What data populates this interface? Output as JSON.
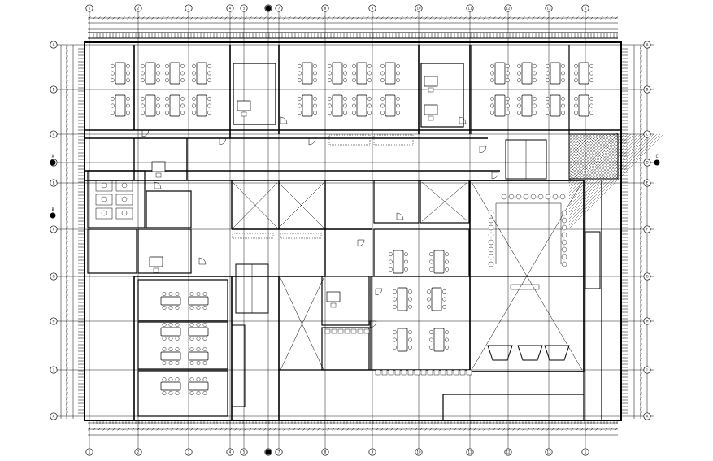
{
  "drawing": {
    "type": "architectural floor plan",
    "grid_labels_top": [
      "1",
      "2",
      "3",
      "4",
      "5",
      "6",
      "7",
      "8",
      "9",
      "10",
      "11",
      "12",
      "13"
    ],
    "grid_labels_side": [
      "A",
      "B",
      "C",
      "D",
      "E",
      "F",
      "G",
      "H",
      "I"
    ],
    "section_markers": [
      "A",
      "B",
      "C"
    ],
    "colors": {
      "line": "#000000",
      "background": "#ffffff"
    }
  }
}
